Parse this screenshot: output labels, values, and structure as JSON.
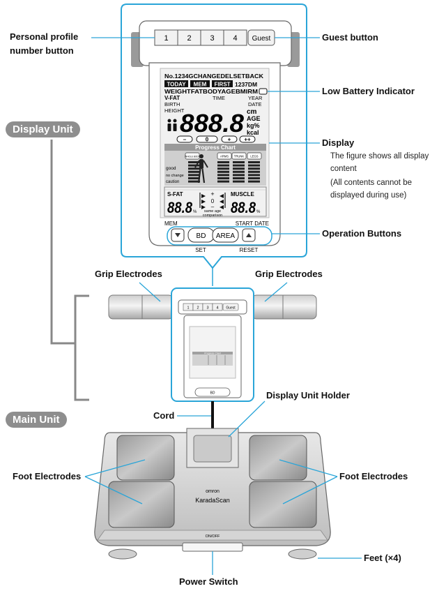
{
  "sections": {
    "display_unit": "Display Unit",
    "main_unit": "Main Unit"
  },
  "callouts": {
    "personal_profile": [
      "Personal profile",
      "number button"
    ],
    "guest_button": "Guest button",
    "low_battery": "Low Battery Indicator",
    "display": "Display",
    "display_note": [
      "The figure shows all display",
      "content",
      "(All contents cannot be",
      "displayed during use)"
    ],
    "operation_buttons": "Operation Buttons",
    "grip_left": "Grip Electrodes",
    "grip_right": "Grip Electrodes",
    "display_holder": "Display Unit Holder",
    "cord": "Cord",
    "foot_left": "Foot Electrodes",
    "foot_right": "Foot Electrodes",
    "feet": "Feet (×4)",
    "power_switch": "Power Switch"
  },
  "profile_buttons": [
    "1",
    "2",
    "3",
    "4"
  ],
  "guest_label": "Guest",
  "lcd": {
    "row1": "No.1234GCHANGEDELSETBACK",
    "today": "TODAY",
    "mem": "MEM",
    "first": "FIRST",
    "date_digits": "1237DM",
    "row3": "WEIGHTFATBODYAGEBMIRM",
    "vfat": "V-FAT",
    "time": "TIME",
    "year": "YEAR",
    "birth": "BIRTH",
    "date": "DATE",
    "height": "HEIGHT",
    "big_digits": "888.8",
    "units": [
      "cm",
      "AGE",
      "kg%",
      "kcal"
    ],
    "pill_buttons": [
      "–",
      "0",
      "+",
      "++"
    ],
    "progress_title": "Progress Chart",
    "body_buttons": [
      "WHOLE BODY",
      "ARMS",
      "TRUNK",
      "LEGS"
    ],
    "scale_labels": [
      "good",
      "no change",
      "caution"
    ],
    "sfat": "S-FAT",
    "muscle": "MUSCLE",
    "small_digits": "88.8",
    "percent": "%",
    "comparison": [
      "same age",
      "comparison"
    ],
    "plus": "+",
    "zero": "0",
    "minus": "–"
  },
  "op_buttons": {
    "mem": "MEM",
    "start_date": "START DATE",
    "bd": "BD",
    "area": "AREA",
    "set": "SET",
    "reset": "RESET"
  },
  "brand": "omron",
  "model": "KaradaScan",
  "onoff": "ON/OFF",
  "colors": {
    "callout_line": "#2aa5d8",
    "frame": "#2aa5d8",
    "bracket": "#888888",
    "section_bg": "#8e8e8e"
  }
}
